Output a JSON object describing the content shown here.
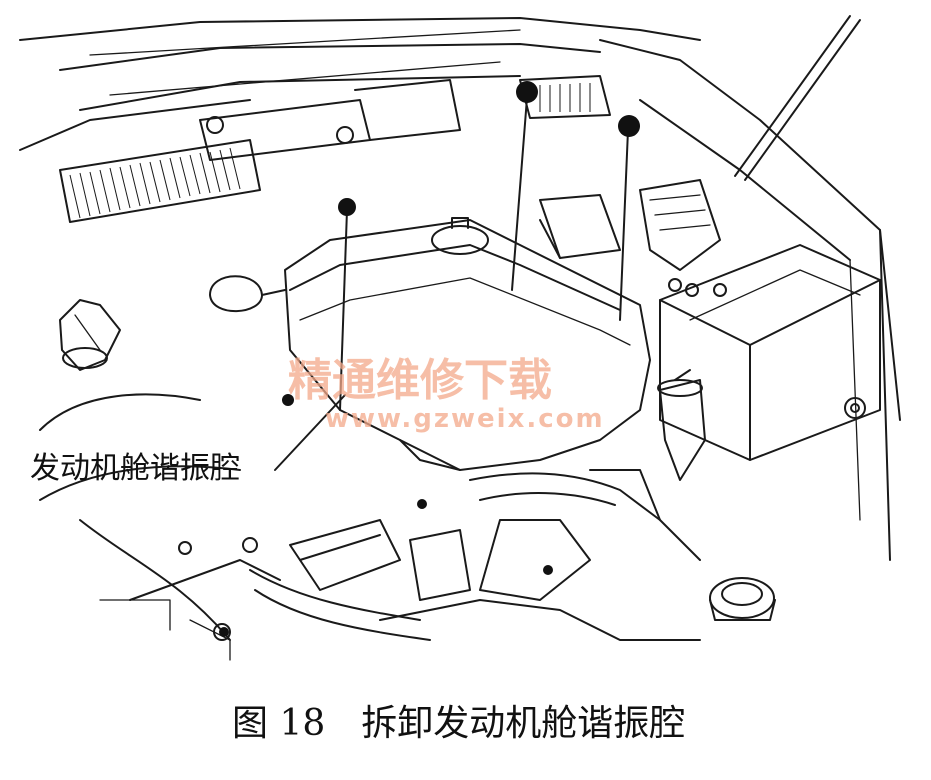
{
  "figure": {
    "callout_label": "发动机舱谐振腔",
    "caption": "图 18　拆卸发动机舱谐振腔"
  },
  "watermark": {
    "text": "精通维修下载",
    "url": "www.gzweix.com"
  }
}
